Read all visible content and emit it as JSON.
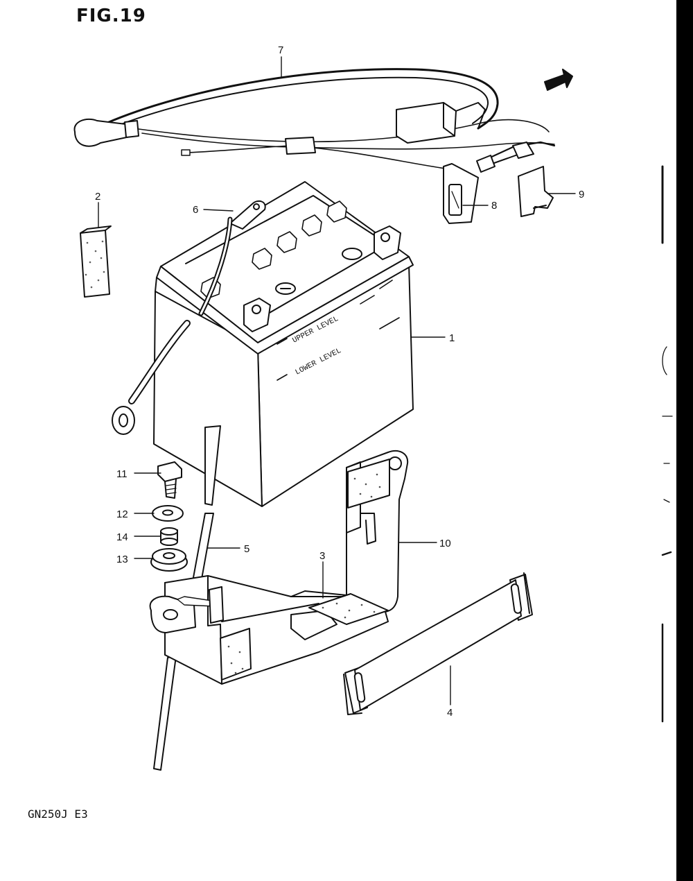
{
  "figure": {
    "title": "FIG.19",
    "model_code": "GN250J E3",
    "fwd_mark": "FWD"
  },
  "battery_labels": {
    "upper_level": "UPPER LEVEL",
    "lower_level": "LOWER LEVEL"
  },
  "callouts": [
    "1",
    "2",
    "3",
    "4",
    "5",
    "6",
    "7",
    "8",
    "9",
    "10",
    "11",
    "12",
    "13",
    "14"
  ]
}
